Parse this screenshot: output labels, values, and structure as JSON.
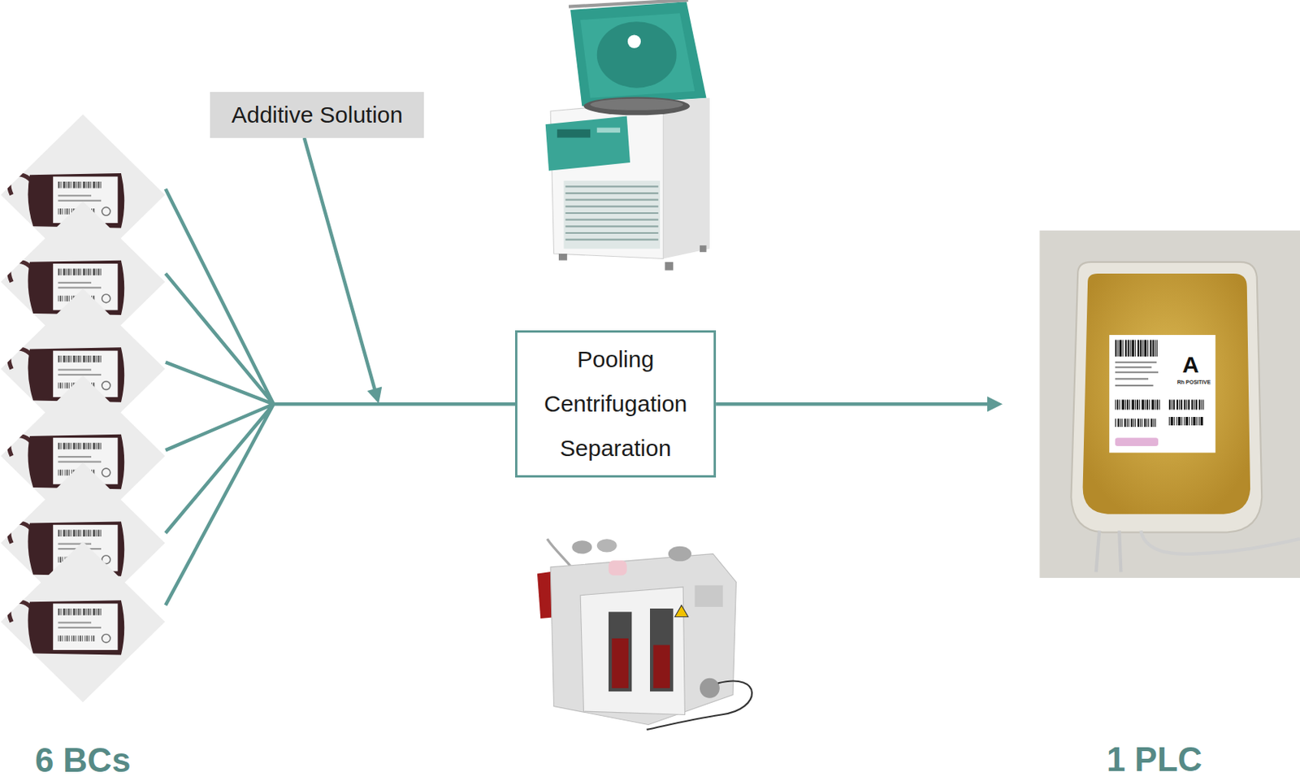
{
  "diagram": {
    "nodes": [
      {
        "text": [
          "6 BCs"
        ]
      },
      {
        "text": [
          "Additive Solution"
        ]
      },
      {
        "text": [
          "Pooling Centrifugation Separation"
        ]
      },
      {
        "text": [
          "1 PLC"
        ]
      }
    ],
    "edges": [
      {
        "from": 0,
        "to": 2,
        "arrow": "none"
      },
      {
        "from": 1,
        "to": 2,
        "arrow": "to"
      },
      {
        "from": 2,
        "to": 3,
        "arrow": "to"
      }
    ],
    "labels": [
      "A",
      "Rh POSITIVE"
    ]
  }
}
